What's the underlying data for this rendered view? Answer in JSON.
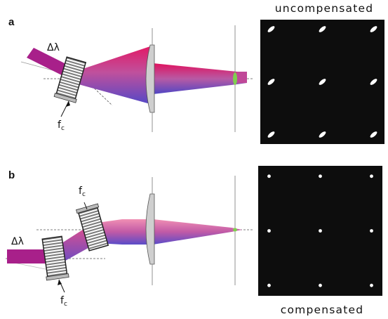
{
  "panel_a": {
    "letter": "a",
    "bandwidth_label": "Δλ",
    "grating_label": "f",
    "grating_label_sub": "c",
    "image_caption": "uncompensated",
    "spot_shape": "elongated"
  },
  "panel_b": {
    "letter": "b",
    "bandwidth_label": "Δλ",
    "grating_label_top": "f",
    "grating_label_top_sub": "c",
    "grating_label_bottom": "f",
    "grating_label_bottom_sub": "c",
    "image_caption": "compensated",
    "spot_shape": "point"
  },
  "spot_grid": {
    "rows": 3,
    "cols": 3
  },
  "colors": {
    "beam_top": "#e0146a",
    "beam_mid": "#c24a9a",
    "beam_bottom": "#5a4fc8",
    "lens_fill": "#cfcfcf",
    "focus_spot": "#7fd04f",
    "image_background": "#0d0d0d",
    "spot": "#ffffff"
  }
}
